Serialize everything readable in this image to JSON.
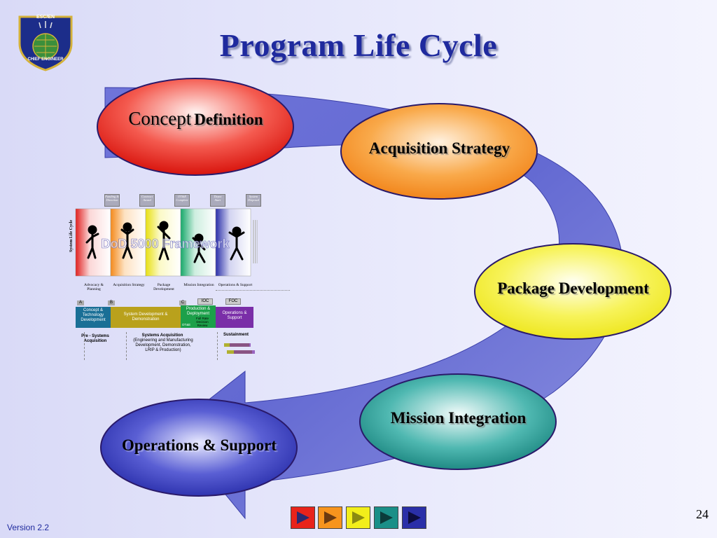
{
  "slide": {
    "title": "Program Life Cycle",
    "number": "24",
    "version": "Version 2.2"
  },
  "logo": {
    "top_text": "ESC/EN",
    "bottom_text": "CHIEF ENGINEER",
    "icon": "esc-en-shield-emblem"
  },
  "cycle": {
    "stages": [
      {
        "lead": "Concept",
        "rest": "Definition",
        "color": "#e8231b"
      },
      {
        "label": "Acquisition Strategy",
        "color": "#f7941d"
      },
      {
        "label": "Package Development",
        "color": "#f2ee1a"
      },
      {
        "label": "Mission Integration",
        "color": "#1a8f88"
      },
      {
        "label": "Operations & Support",
        "color": "#2a2fa8"
      }
    ],
    "arrow_color": "#5a5fd0"
  },
  "lifecycle_graphic": {
    "vertical_label": "System Life Cycle",
    "milestone_tags": [
      "Funding & Direction",
      "Contract Award",
      "OT&E Complete",
      "Depot Start",
      "System Disposal"
    ],
    "phase_labels": [
      "Advocacy & Planning",
      "Acquisition Strategy",
      "Package Development",
      "Mission Integration",
      "Operations & Support"
    ],
    "watermark": "DoD 5000 Framework",
    "milestones": [
      "A",
      "B",
      "C"
    ],
    "markers": [
      "IOC",
      "FOC"
    ],
    "blocks": [
      "Concept & Technology Development",
      "System Development & Demonstration",
      "Production & Deployment",
      "Operations & Support"
    ],
    "small_labels": {
      "ot": "OT&E",
      "fdr": "Full Rate Decision Review"
    },
    "bottom": {
      "pre": "Pre - Systems Acquisition",
      "sa_title": "Systems Acquisition",
      "sa_body": "(Engineering and Manufacturing Development, Demonstration, LRIP & Production)",
      "sustainment": "Sustainment"
    }
  },
  "nav_buttons": [
    {
      "name": "stage-1-button",
      "color": "#e8231b",
      "arrow": "#2a2a70"
    },
    {
      "name": "stage-2-button",
      "color": "#f7941d",
      "arrow": "#2a2a70"
    },
    {
      "name": "stage-3-button",
      "color": "#f2ee1a",
      "arrow": "#6b6b20"
    },
    {
      "name": "stage-4-button",
      "color": "#1a8f88",
      "arrow": "#0b3b3a"
    },
    {
      "name": "stage-5-button",
      "color": "#2a2fa8",
      "arrow": "#0d0d40"
    }
  ]
}
